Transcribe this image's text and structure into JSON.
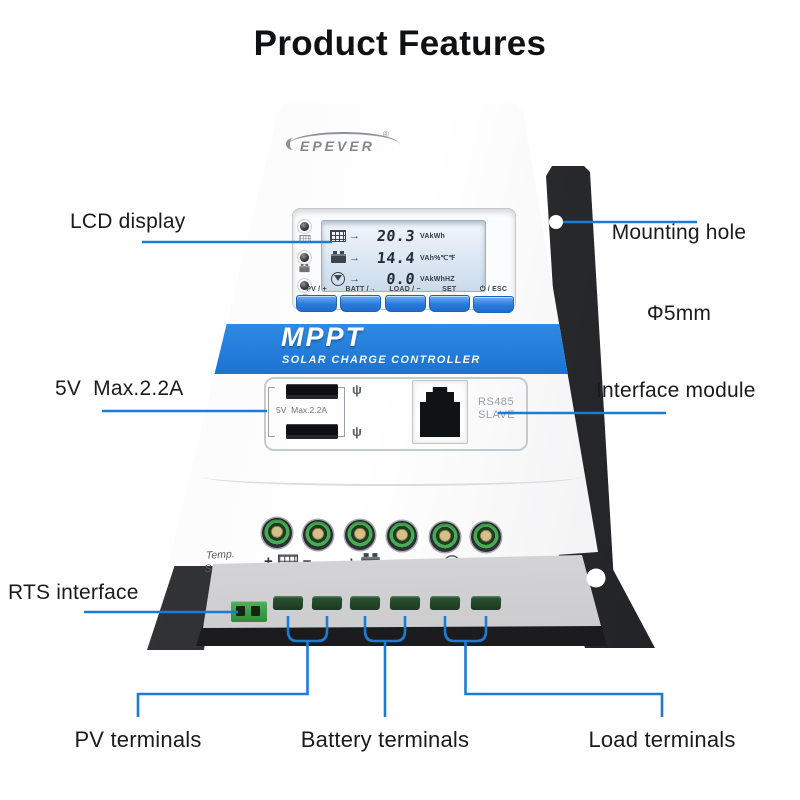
{
  "title": "Product Features",
  "colors": {
    "accent_blue": "#1b7cd6",
    "device_band_blue": "#2080dd",
    "terminal_green": "#46ad55"
  },
  "callouts": {
    "lcd": "LCD display",
    "mounting_line1": "Mounting hole",
    "mounting_line2": "Φ5mm",
    "usb": "5V  Max.2.2A",
    "interface": "Interface module",
    "rts": "RTS interface",
    "pv": "PV terminals",
    "battery": "Battery terminals",
    "load": "Load terminals"
  },
  "device": {
    "brand": "EPEVER",
    "brand_reg": "®",
    "band_title": "MPPT",
    "band_subtitle": "SOLAR CHARGE CONTROLLER",
    "lcd_rows": [
      {
        "icon": "solar-panel-icon",
        "value": "20.3",
        "unit": "VAkWh"
      },
      {
        "icon": "battery-icon",
        "value": "14.4",
        "unit": "VAh%℃℉"
      },
      {
        "icon": "lamp-icon",
        "value": "0.0",
        "unit": "VAkWhHZ"
      }
    ],
    "buttons": [
      "PV / +",
      "BATT /→",
      "LOAD / −",
      "SET",
      "⏻ / ESC"
    ],
    "usb_label": "5V  Max.2.2A",
    "rs485_line1": "RS485",
    "rs485_line2": "SLAVE",
    "temp_sensor_line1": "Temp.",
    "temp_sensor_line2": "Sensor",
    "terminal_groups": [
      {
        "plus": "+",
        "icon": "solar-panel-icon",
        "minus": "−"
      },
      {
        "plus": "+",
        "icon": "battery-icon",
        "minus": "−"
      },
      {
        "plus": "+",
        "icon": "lamp-icon",
        "minus": "−"
      }
    ]
  }
}
